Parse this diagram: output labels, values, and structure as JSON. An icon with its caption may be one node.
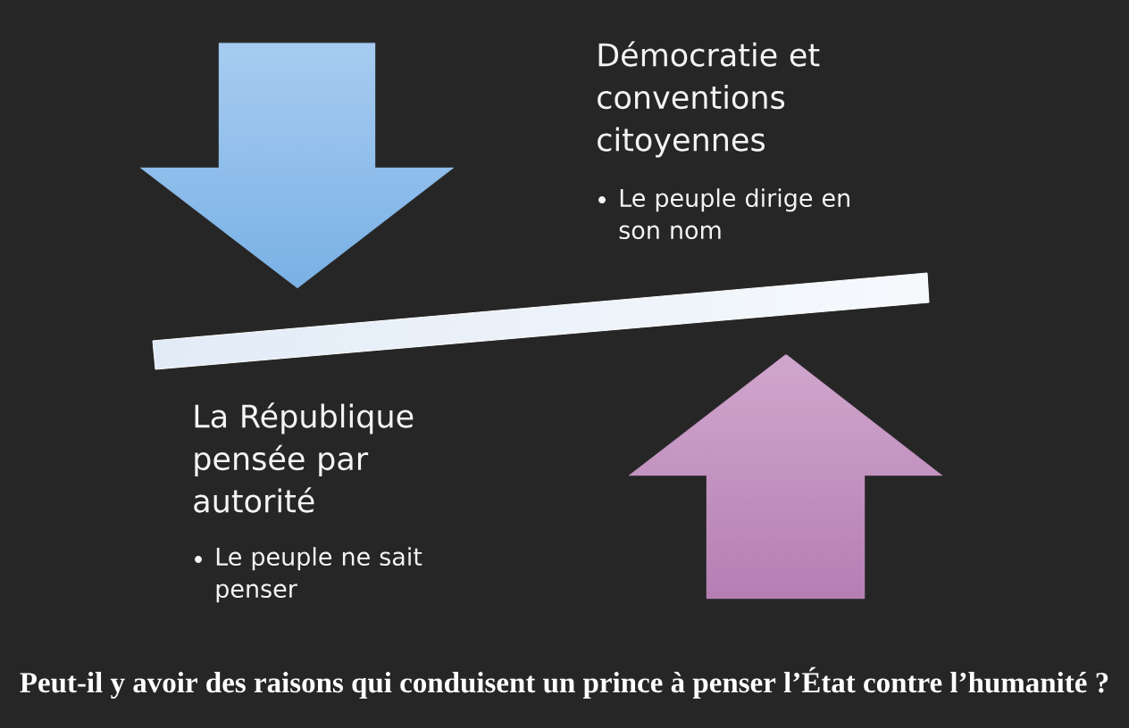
{
  "diagram": {
    "caption": "Peut-il y avoir des raisons qui conduisent un prince à penser l’État contre l’humanité ?",
    "labels": [
      "Démocratie et conventions citoyennes",
      "Le peuple dirige en son nom",
      "La République pensée par autorité",
      "Le peuple ne sait penser"
    ]
  }
}
